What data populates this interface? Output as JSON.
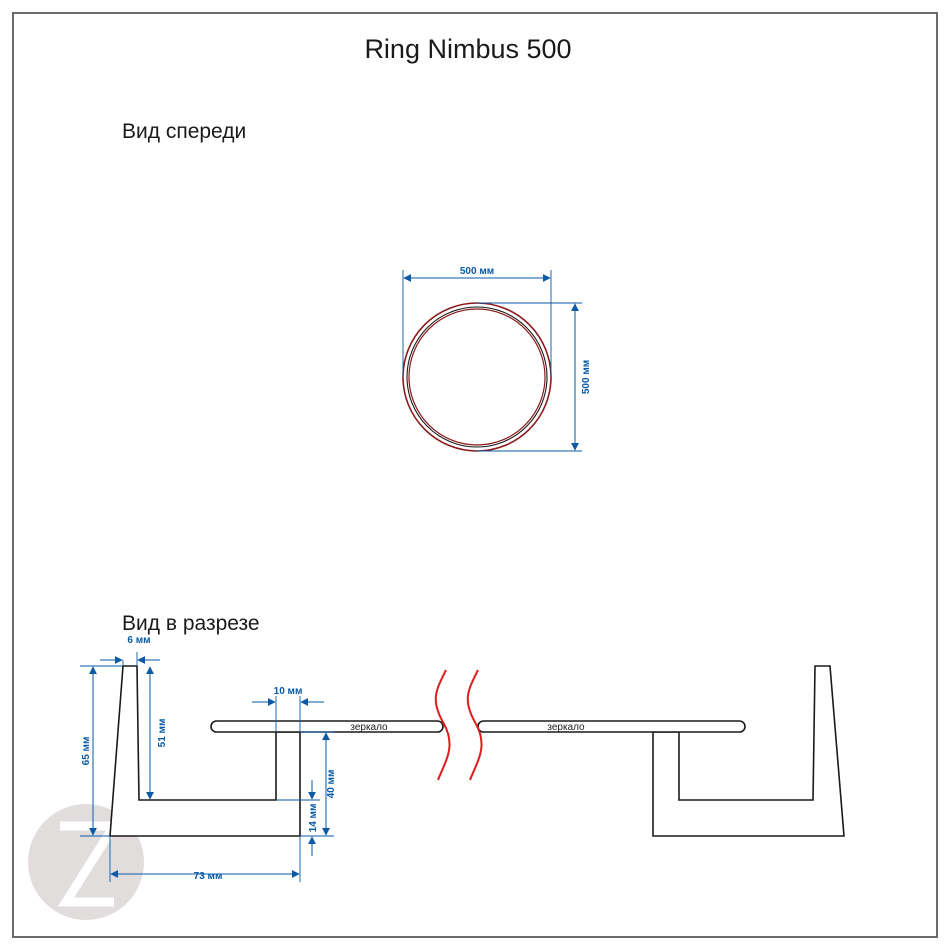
{
  "title": "Ring Nimbus 500",
  "front_view": {
    "heading": "Вид спереди",
    "width_label": "500 мм",
    "height_label": "500 мм"
  },
  "section_view": {
    "heading": "Вид в разрезе",
    "dims": {
      "wall": "6 мм",
      "outer_height": "65 мм",
      "inner_height": "51 мм",
      "mirror_gap": "10 мм",
      "inner_depth": "40 мм",
      "bottom": "14 мм",
      "base_width": "73 мм"
    },
    "mirror_label_left": "зеркало",
    "mirror_label_right": "зеркало"
  },
  "colors": {
    "dimension": "#0a5aa6",
    "ring": "#8b1a1a",
    "break_mark": "#e01b1b",
    "line": "#1a1a1a"
  },
  "logo": {
    "letter": "Z"
  }
}
